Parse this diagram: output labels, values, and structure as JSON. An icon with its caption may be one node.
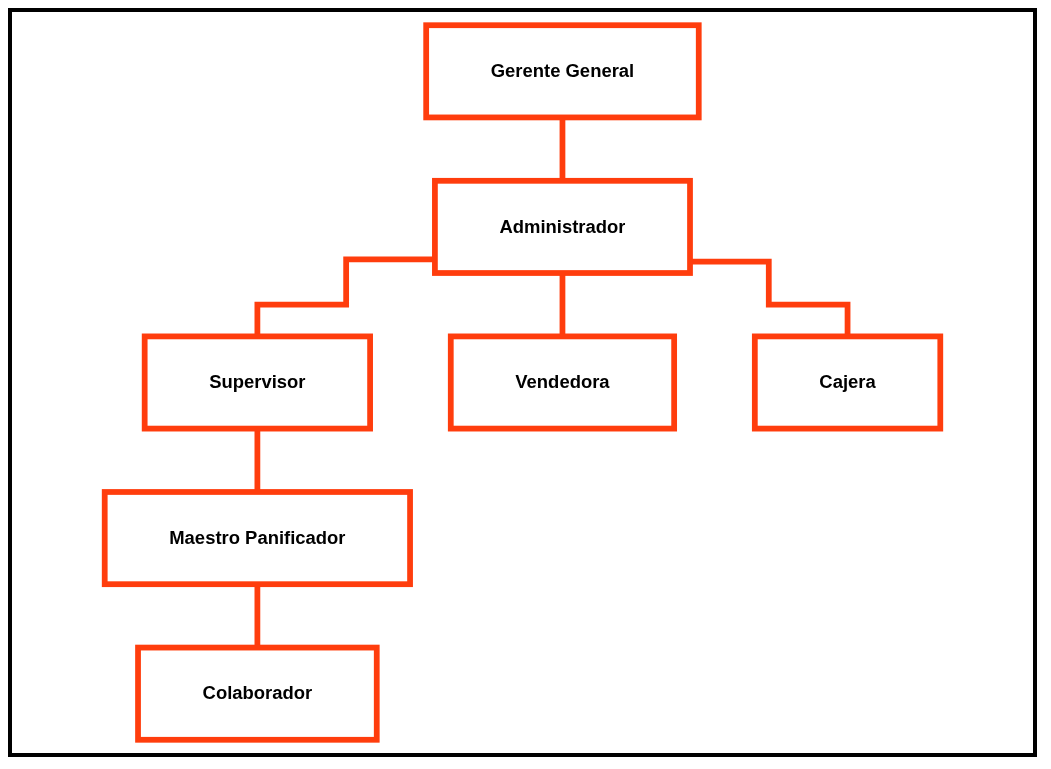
{
  "diagram": {
    "nodes": [
      {
        "text": [
          "Gerente General"
        ]
      },
      {
        "text": [
          "Administrador"
        ]
      },
      {
        "text": [
          "Supervisor"
        ]
      },
      {
        "text": [
          "Vendedora"
        ]
      },
      {
        "text": [
          "Cajera"
        ]
      },
      {
        "text": [
          "Maestro Panificador"
        ]
      },
      {
        "text": [
          "Colaborador"
        ]
      }
    ],
    "edges": [
      {
        "from": 0,
        "to": 1,
        "arrow": "none"
      },
      {
        "from": 1,
        "to": 2,
        "arrow": "none"
      },
      {
        "from": 1,
        "to": 3,
        "arrow": "none"
      },
      {
        "from": 1,
        "to": 4,
        "arrow": "none"
      },
      {
        "from": 2,
        "to": 5,
        "arrow": "none"
      },
      {
        "from": 5,
        "to": 6,
        "arrow": "none"
      }
    ]
  }
}
